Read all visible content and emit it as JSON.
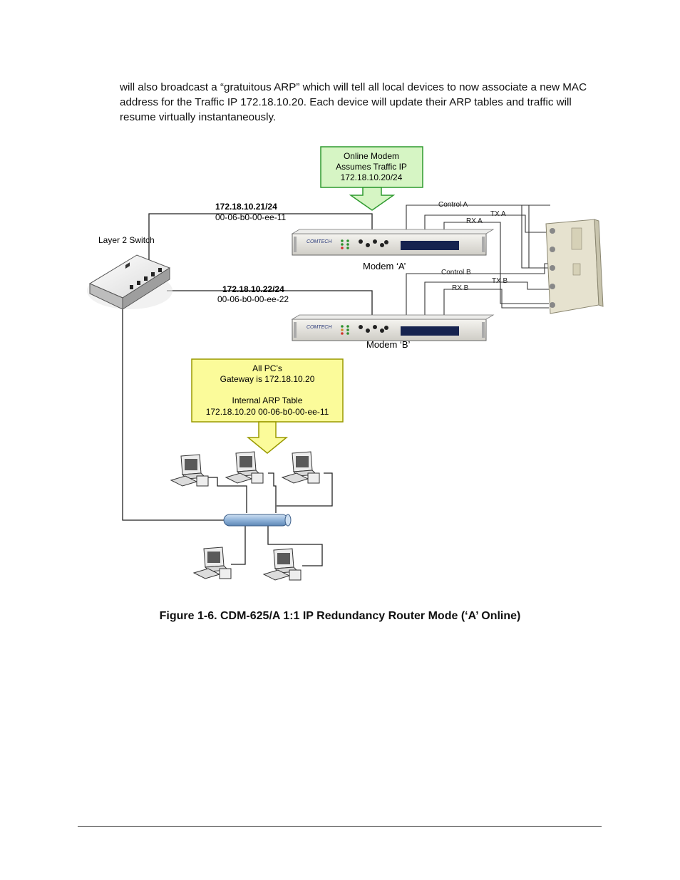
{
  "body_text": "will also broadcast a “gratuitous ARP” which will tell all local devices to now associate a new MAC address for the Traffic IP 172.18.10.20. Each device will update their ARP tables and traffic will resume virtually instantaneously.",
  "figure": {
    "callout_top": [
      "Online Modem",
      "Assumes Traffic IP",
      "172.18.10.20/24"
    ],
    "switch_label": "Layer 2 Switch",
    "modem_a": {
      "ip": "172.18.10.21/24",
      "mac": "00-06-b0-00-ee-11",
      "label": "Modem ‘A’"
    },
    "modem_b": {
      "ip": "172.18.10.22/24",
      "mac": "00-06-b0-00-ee-22",
      "label": "Modem ‘B’"
    },
    "signals": {
      "control_a": "Control A",
      "tx_a": "TX A",
      "rx_a": "RX A",
      "control_b": "Control B",
      "tx_b": "TX B",
      "rx_b": "RX B"
    },
    "callout_pc": [
      "All PC’s",
      "Gateway is 172.18.10.20",
      "",
      "Internal ARP Table",
      "172.18.10.20  00-06-b0-00-ee-11"
    ]
  },
  "caption": "Figure 1-6. CDM-625/A 1:1 IP Redundancy Router Mode (‘A’ Online)",
  "colors": {
    "callout_green_fill": "#d6f5c4",
    "callout_green_border": "#2e9a2e",
    "callout_yellow_fill": "#fbfb9a",
    "callout_yellow_border": "#999900",
    "modem_face": "#e8e6e0",
    "modem_display": "#16234f"
  }
}
